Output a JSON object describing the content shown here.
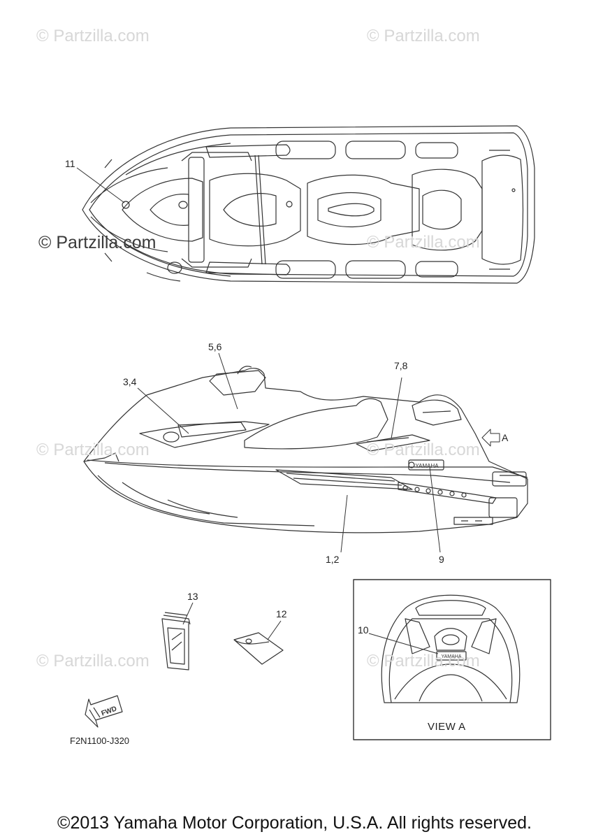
{
  "watermarks": [
    "© Partzilla.com",
    "© Partzilla.com",
    "© Partzilla.com",
    "© Partzilla.com",
    "© Partzilla.com",
    "© Partzilla.com",
    "© Partzilla.com",
    "© Partzilla.com"
  ],
  "callouts": {
    "c11": "11",
    "c56": "5,6",
    "c34": "3,4",
    "c78": "7,8",
    "c12": "1,2",
    "c9": "9",
    "c13": "13",
    "c12b": "12",
    "c10": "10"
  },
  "view_a_arrow_label": "A",
  "view_a_title": "VIEW A",
  "fwd_label": "FWD",
  "decal_brand": "YAMAHA",
  "part_code": "F2N1100-J320",
  "copyright": "©2013 Yamaha Motor Corporation, U.S.A. All rights reserved.",
  "colors": {
    "line": "#333333",
    "watermark": "#d7d7d7"
  }
}
